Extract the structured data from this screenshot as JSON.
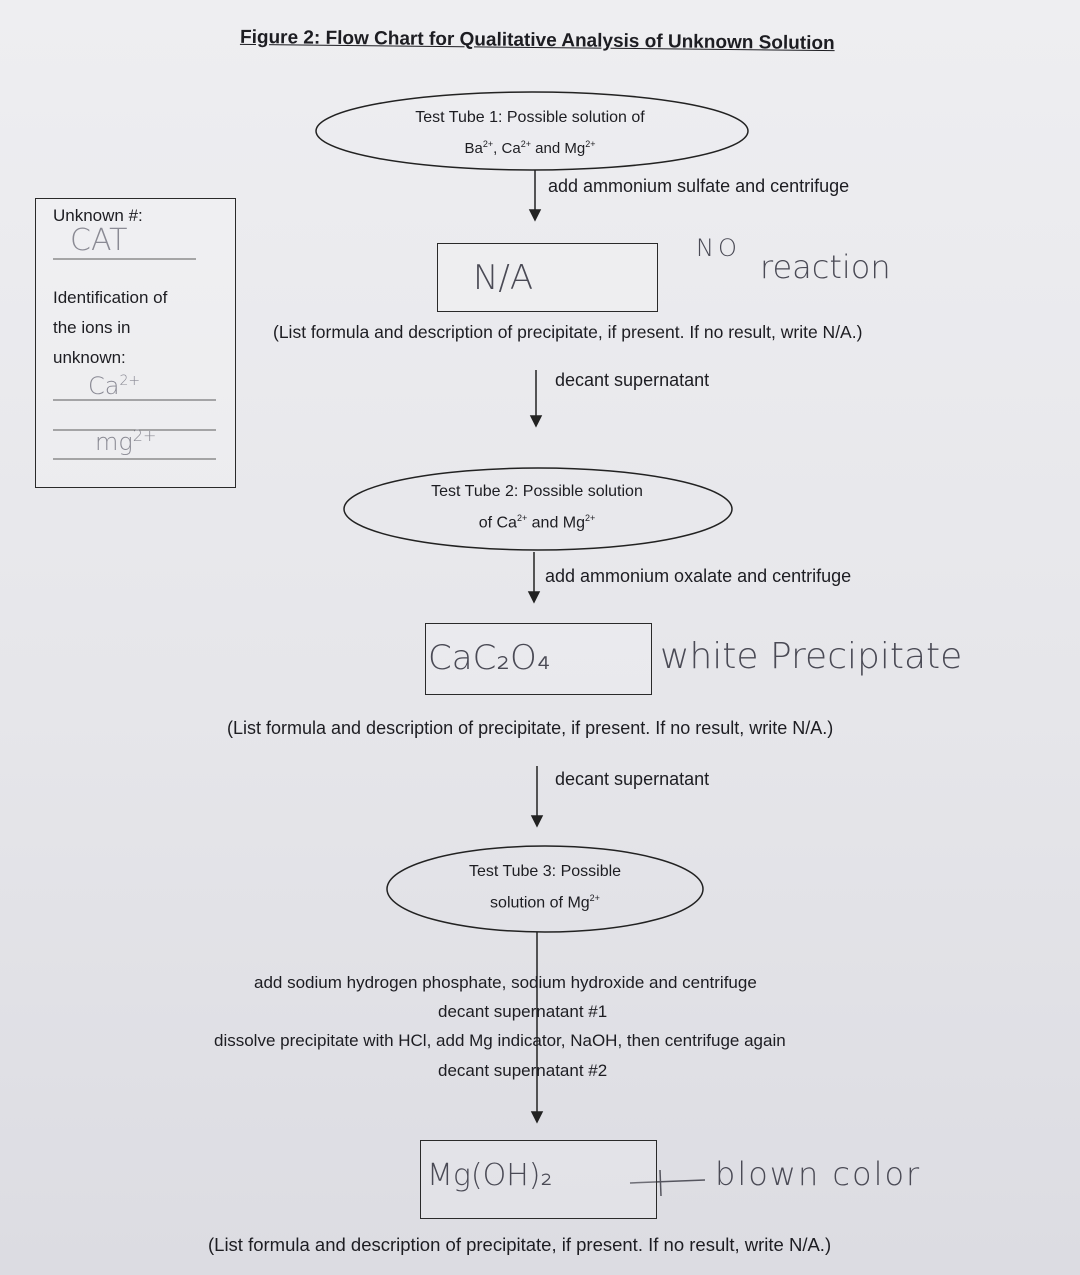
{
  "figure_title": "Figure 2: Flow Chart for Qualitative Analysis of Unknown Solution",
  "side_panel": {
    "unknown_label": "Unknown #:",
    "unknown_value": "CAT",
    "id_label_1": "Identification of",
    "id_label_2": "the ions in",
    "id_label_3": "unknown:",
    "ion_1": "Ca",
    "ion_1_charge": "2+",
    "ion_2": "mg",
    "ion_2_charge": "2+"
  },
  "tube1": {
    "line1": "Test Tube 1: Possible solution of",
    "ion_a": "Ba",
    "ion_b": "Ca",
    "ion_c": "Mg",
    "charge": "2+",
    "sep1": ", ",
    "sep2": " and "
  },
  "step1": {
    "instruction": "add ammonium sulfate and centrifuge",
    "answer": "N/A",
    "annotation_1": "NO",
    "annotation_2": "reaction"
  },
  "result_note": "(List formula and description of precipitate, if present. If no result, write N/A.)",
  "decant_1": "decant supernatant",
  "tube2": {
    "line1": "Test Tube 2: Possible solution",
    "ion_a": "Ca",
    "ion_b": "Mg",
    "prefix": "of ",
    "sep": " and ",
    "charge": "2+"
  },
  "step2": {
    "instruction": "add ammonium oxalate and centrifuge",
    "answer": "CaC₂O₄",
    "annotation": "white Precipitate"
  },
  "decant_2": "decant supernatant",
  "tube3": {
    "line1": "Test Tube 3: Possible",
    "prefix": "solution of ",
    "ion": "Mg",
    "charge": "2+"
  },
  "step3": {
    "line1": "add sodium hydrogen phosphate, sodium hydroxide and centrifuge",
    "line2": "decant supernatant #1",
    "line3": "dissolve precipitate with HCl, add Mg indicator, NaOH, then centrifuge again",
    "line4": "decant supernatant #2",
    "answer": "Mg(OH)₂",
    "annotation": "blown color"
  },
  "final_note": "(List formula and description of precipitate, if present.  If no result, write N/A.)"
}
